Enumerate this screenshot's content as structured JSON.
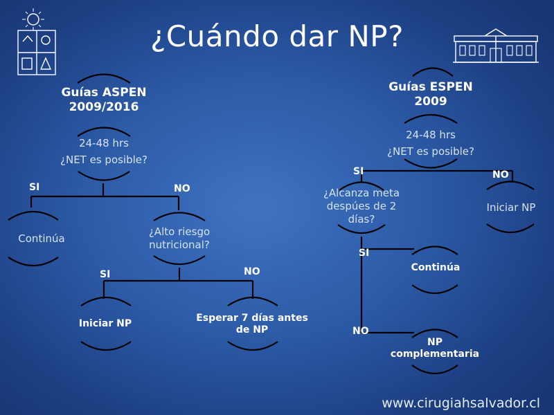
{
  "title": "¿Cuándo dar NP?",
  "left": {
    "heading_line1": "Guías ASPEN",
    "heading_line2": "2009/2016",
    "q1_line1": "24-48 hrs",
    "q1_line2": "¿NET es posible?",
    "si_label": "SI",
    "no_label": "NO",
    "continua": "Continúa",
    "q2_line1": "¿Alto riesgo",
    "q2_line2": "nutricional?",
    "si2_label": "SI",
    "no2_label": "NO",
    "iniciar_np": "Iniciar NP",
    "esperar_line1": "Esperar 7 días antes",
    "esperar_line2": "de NP"
  },
  "right": {
    "heading_line1": "Guías ESPEN",
    "heading_line2": "2009",
    "q1_line1": "24-48 hrs",
    "q1_line2": "¿NET es posible?",
    "si_label": "SI",
    "no_label": "NO",
    "q2_line1": "¿Alcanza meta",
    "q2_line2": "despúes de 2",
    "q2_line3": "días?",
    "iniciar_np": "Iniciar NP",
    "si2_label": "SI",
    "continua": "Continúa",
    "no2_label": "NO",
    "np_line1": "NP",
    "np_line2": "complementaria"
  },
  "footer_url": "www.cirugiahsalvador.cl",
  "colors": {
    "background": "#2c5aa6",
    "lines": "#000000",
    "text": "#ffffff"
  },
  "icons": [
    "university-crest-icon",
    "building-logo-icon"
  ]
}
